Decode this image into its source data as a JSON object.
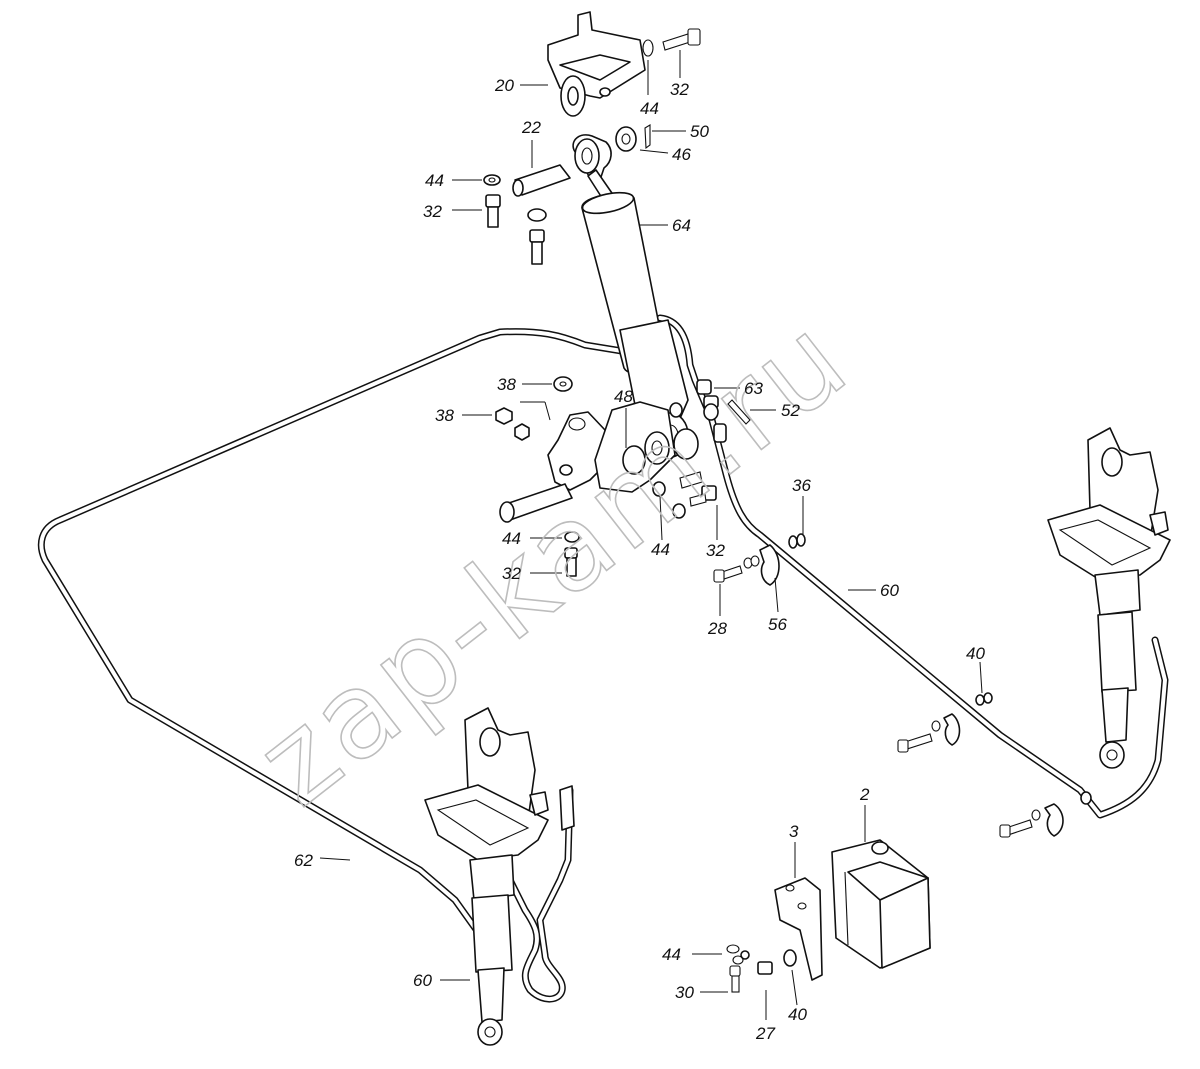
{
  "watermark": "zap-kam.ru",
  "callouts": [
    {
      "id": "c20a",
      "text": "20"
    },
    {
      "id": "c44a",
      "text": "44"
    },
    {
      "id": "c32a",
      "text": "32"
    },
    {
      "id": "c22",
      "text": "22"
    },
    {
      "id": "c50",
      "text": "50"
    },
    {
      "id": "c46",
      "text": "46"
    },
    {
      "id": "c44b",
      "text": "44"
    },
    {
      "id": "c32b",
      "text": "32"
    },
    {
      "id": "c64",
      "text": "64"
    },
    {
      "id": "c38a",
      "text": "38"
    },
    {
      "id": "c38b",
      "text": "38"
    },
    {
      "id": "c48",
      "text": "48"
    },
    {
      "id": "c63",
      "text": "63"
    },
    {
      "id": "c52",
      "text": "52"
    },
    {
      "id": "c36",
      "text": "36"
    },
    {
      "id": "c44c",
      "text": "44"
    },
    {
      "id": "c44d",
      "text": "44"
    },
    {
      "id": "c32c",
      "text": "32"
    },
    {
      "id": "c32d",
      "text": "32"
    },
    {
      "id": "c28",
      "text": "28"
    },
    {
      "id": "c56",
      "text": "56"
    },
    {
      "id": "c60a",
      "text": "60"
    },
    {
      "id": "c40a",
      "text": "40"
    },
    {
      "id": "c2",
      "text": "2"
    },
    {
      "id": "c3",
      "text": "3"
    },
    {
      "id": "c62",
      "text": "62"
    },
    {
      "id": "c60b",
      "text": "60"
    },
    {
      "id": "c44e",
      "text": "44"
    },
    {
      "id": "c30",
      "text": "30"
    },
    {
      "id": "c27",
      "text": "27"
    },
    {
      "id": "c40b",
      "text": "40"
    }
  ]
}
